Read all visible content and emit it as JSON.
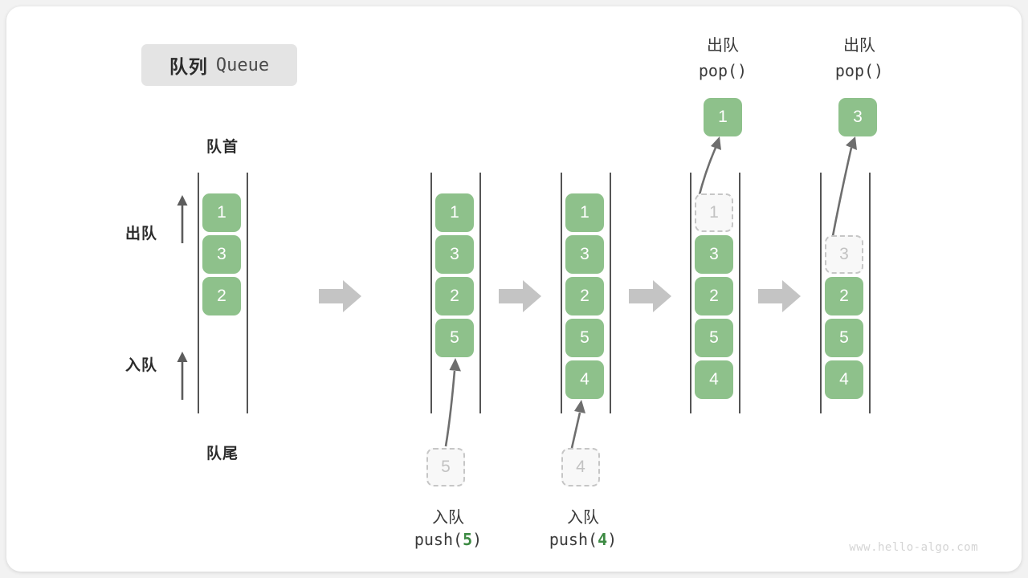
{
  "title": {
    "cn": "队列",
    "en": "Queue"
  },
  "labels": {
    "front": "队首",
    "rear": "队尾",
    "dequeue": "出队",
    "enqueue": "入队"
  },
  "watermark": "www.hello-algo.com",
  "colors": {
    "element_fill": "#8ec18b",
    "element_text": "#ffffff",
    "ghost_fill": "#f8f8f8",
    "ghost_border": "#c6c6c6",
    "ghost_text": "#c2c2c2",
    "rail": "#555555",
    "step_arrow": "#c4c4c4",
    "motion_arrow": "#6e6e6e",
    "badge_bg": "#e4e4e4",
    "accent_green": "#3c8a42"
  },
  "steps": [
    {
      "id": "initial",
      "caption_cn": "",
      "caption_code": "",
      "slots": [
        {
          "value": "1",
          "state": "filled"
        },
        {
          "value": "3",
          "state": "filled"
        },
        {
          "value": "2",
          "state": "filled"
        },
        {
          "value": "",
          "state": "empty"
        },
        {
          "value": "",
          "state": "empty"
        }
      ],
      "side_labels": [
        "出队",
        "入队"
      ],
      "top_label_cn": "",
      "top_label_code": "",
      "incoming": null,
      "outgoing": null
    },
    {
      "id": "push-5",
      "caption_cn": "入队",
      "caption_code": "push(5)",
      "caption_arg": "5",
      "slots": [
        {
          "value": "1",
          "state": "filled"
        },
        {
          "value": "3",
          "state": "filled"
        },
        {
          "value": "2",
          "state": "filled"
        },
        {
          "value": "5",
          "state": "filled"
        },
        {
          "value": "",
          "state": "empty"
        }
      ],
      "incoming": {
        "value": "5",
        "state": "ghost"
      },
      "outgoing": null
    },
    {
      "id": "push-4",
      "caption_cn": "入队",
      "caption_code": "push(4)",
      "caption_arg": "4",
      "slots": [
        {
          "value": "1",
          "state": "filled"
        },
        {
          "value": "3",
          "state": "filled"
        },
        {
          "value": "2",
          "state": "filled"
        },
        {
          "value": "5",
          "state": "filled"
        },
        {
          "value": "4",
          "state": "filled"
        }
      ],
      "incoming": {
        "value": "4",
        "state": "ghost"
      },
      "outgoing": null
    },
    {
      "id": "pop-1",
      "top_label_cn": "出队",
      "top_label_code": "pop()",
      "slots": [
        {
          "value": "1",
          "state": "ghost"
        },
        {
          "value": "3",
          "state": "filled"
        },
        {
          "value": "2",
          "state": "filled"
        },
        {
          "value": "5",
          "state": "filled"
        },
        {
          "value": "4",
          "state": "filled"
        }
      ],
      "incoming": null,
      "outgoing": {
        "value": "1",
        "state": "filled"
      }
    },
    {
      "id": "pop-3",
      "top_label_cn": "出队",
      "top_label_code": "pop()",
      "slots": [
        {
          "value": "",
          "state": "empty"
        },
        {
          "value": "3",
          "state": "ghost"
        },
        {
          "value": "2",
          "state": "filled"
        },
        {
          "value": "5",
          "state": "filled"
        },
        {
          "value": "4",
          "state": "filled"
        }
      ],
      "incoming": null,
      "outgoing": {
        "value": "3",
        "state": "filled"
      }
    }
  ]
}
